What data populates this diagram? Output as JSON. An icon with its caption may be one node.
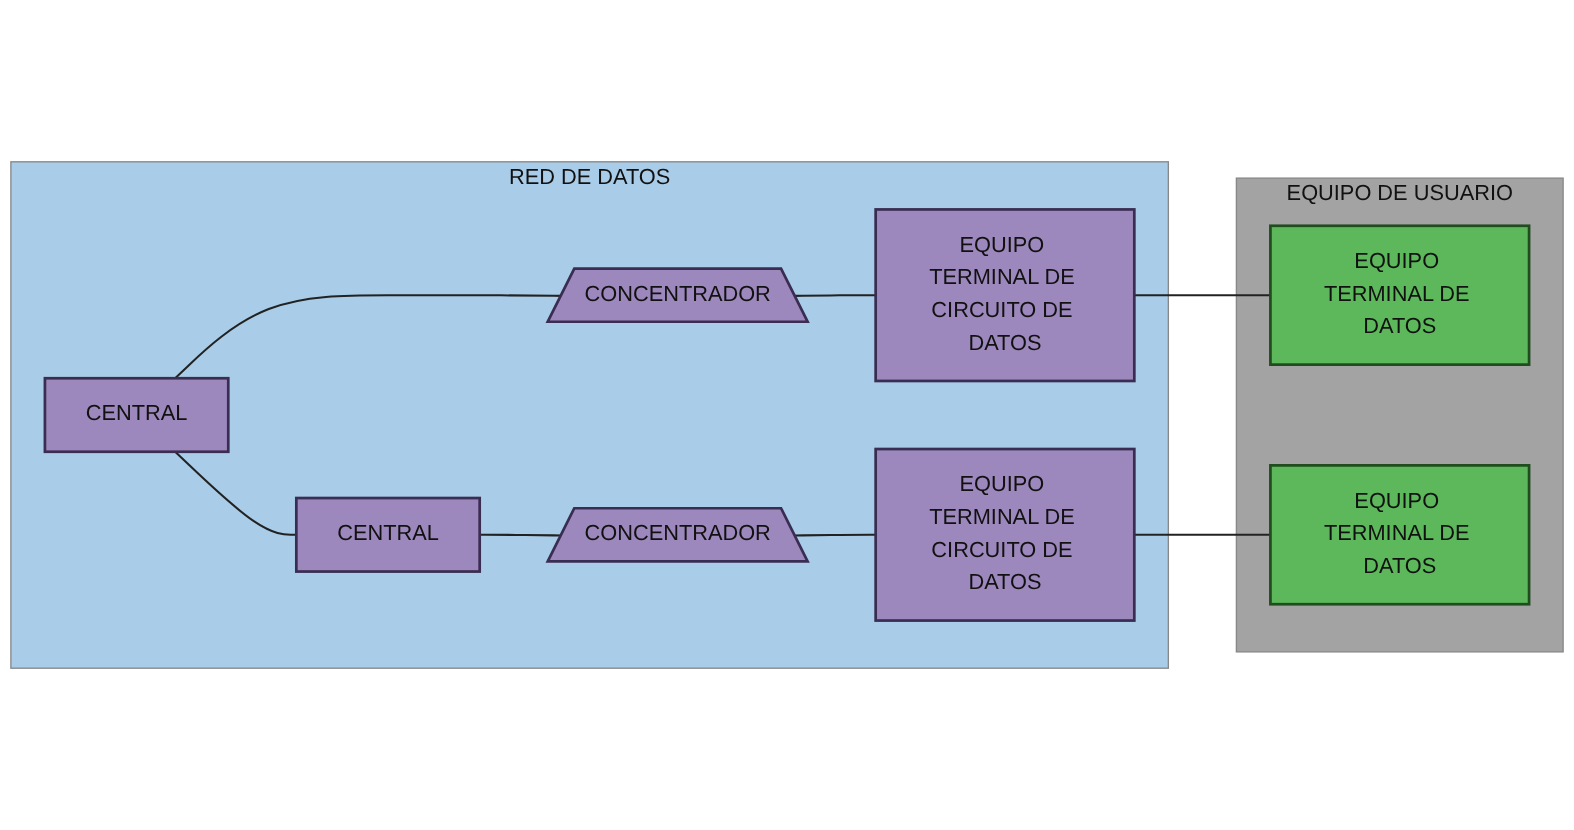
{
  "diagram": {
    "nodes": [
      {
        "text": [
          "RED DE DATOS"
        ]
      },
      {
        "text": [
          "CONCENTRADOR"
        ],
        "in": 0
      },
      {
        "text": [
          "CENTRAL"
        ],
        "in": 0
      },
      {
        "text": [
          "EQUIPO TERMINAL DE CIRCUITO DE DATOS"
        ],
        "in": 0
      },
      {
        "text": [
          "CENTRAL"
        ],
        "in": 0
      },
      {
        "text": [
          "CONCENTRADOR"
        ],
        "in": 0
      },
      {
        "text": [
          "EQUIPO TERMINAL DE CIRCUITO DE DATOS"
        ],
        "in": 0
      },
      {
        "text": [
          "EQUIPO DE USUARIO"
        ]
      },
      {
        "text": [
          "EQUIPO TERMINAL DE DATOS"
        ],
        "in": 7
      },
      {
        "text": [
          "EQUIPO TERMINAL DE DATOS"
        ],
        "in": 7
      }
    ],
    "edges": [
      {
        "from": 2,
        "to": 1,
        "arrow": "none"
      },
      {
        "from": 1,
        "to": 3,
        "arrow": "none"
      },
      {
        "from": 3,
        "to": 8,
        "arrow": "none"
      },
      {
        "from": 2,
        "to": 4,
        "arrow": "none"
      },
      {
        "from": 4,
        "to": 5,
        "arrow": "none"
      },
      {
        "from": 5,
        "to": 6,
        "arrow": "none"
      },
      {
        "from": 6,
        "to": 9,
        "arrow": "none"
      }
    ]
  }
}
